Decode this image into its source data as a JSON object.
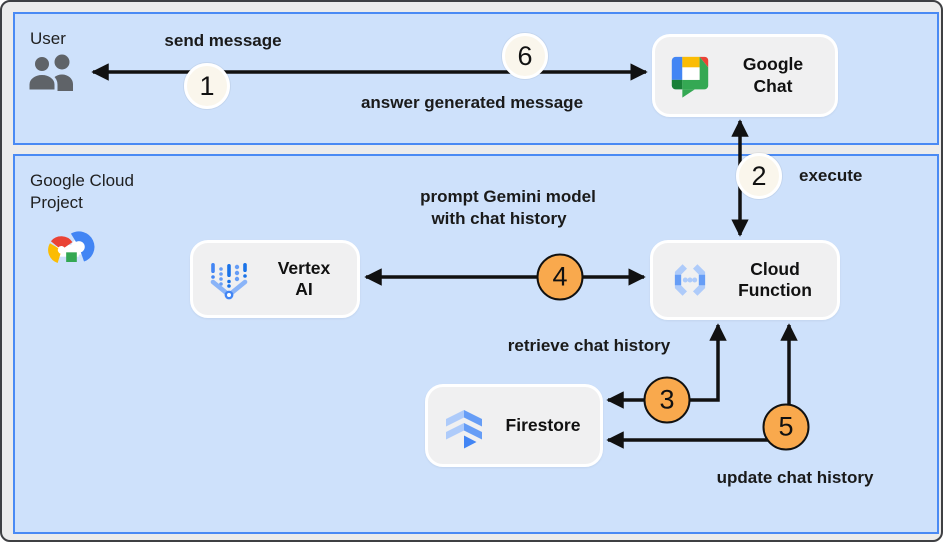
{
  "colors": {
    "panel_fill": "#cee1fb",
    "panel_border": "#4a8af4",
    "canvas_bg": "#ececec",
    "canvas_border": "#3f4043",
    "node_fill": "#f0f0f1",
    "node_border": "#ffffff",
    "arrow": "#111111",
    "circle_cream_fill": "#faf6ec",
    "circle_cream_border": "#ffffff",
    "circle_orange_fill": "#f9a94d",
    "circle_orange_border": "#111111",
    "text": "#1f1f1f"
  },
  "panels": {
    "user": {
      "label": "User"
    },
    "gcp": {
      "label": "Google Cloud Project"
    }
  },
  "nodes": {
    "google_chat": {
      "label": "Google Chat"
    },
    "vertex_ai": {
      "label": "Vertex AI"
    },
    "cloud_function": {
      "label": "Cloud Function"
    },
    "firestore": {
      "label": "Firestore"
    }
  },
  "edges": {
    "send_message": {
      "label": "send message",
      "step": "1"
    },
    "answer": {
      "label": "answer generated message",
      "step": "6"
    },
    "execute": {
      "label": "execute",
      "step": "2"
    },
    "prompt": {
      "label_line1": "prompt Gemini model",
      "label_line2": "with chat history",
      "step": "4"
    },
    "retrieve": {
      "label": "retrieve chat history",
      "step": "3"
    },
    "update": {
      "label": "update chat history",
      "step": "5"
    }
  }
}
